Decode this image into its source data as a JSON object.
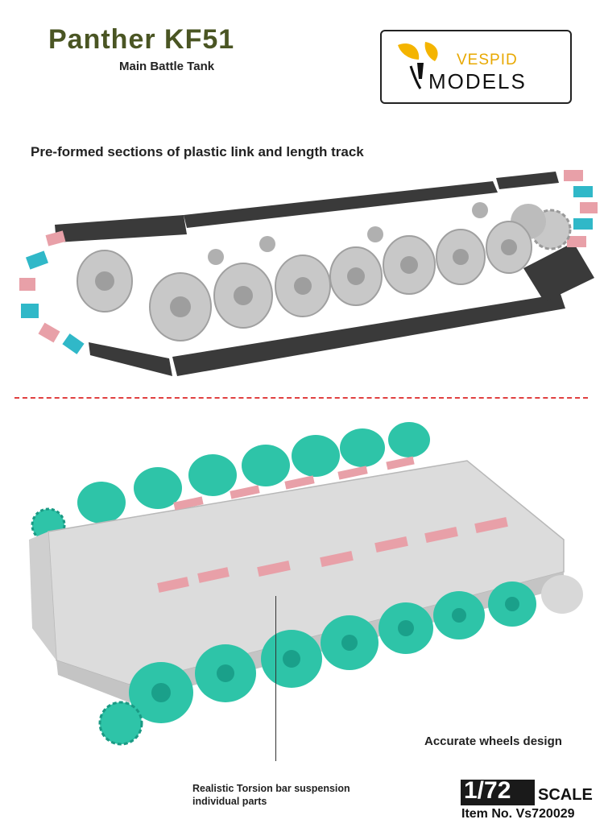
{
  "header": {
    "title": "Panther KF51",
    "subtitle": "Main Battle Tank"
  },
  "logo": {
    "brand_top": "VESPID",
    "brand_bottom": "MODELS",
    "accent_color": "#e8a800"
  },
  "captions": {
    "track": "Pre-formed sections of plastic link and length track",
    "wheels": "Accurate wheels design",
    "torsion_line1": "Realistic Torsion bar suspension",
    "torsion_line2": "individual parts"
  },
  "scale": {
    "value": "1/72",
    "label": "SCALE",
    "item": "Item No. Vs720029"
  },
  "colors": {
    "track": "#3a3a3a",
    "wheel_grey": "#c8c8c8",
    "wheel_teal": "#2ec4a8",
    "link_pink": "#e8a0a8",
    "link_cyan": "#30b8c8",
    "divider": "#e04040"
  }
}
